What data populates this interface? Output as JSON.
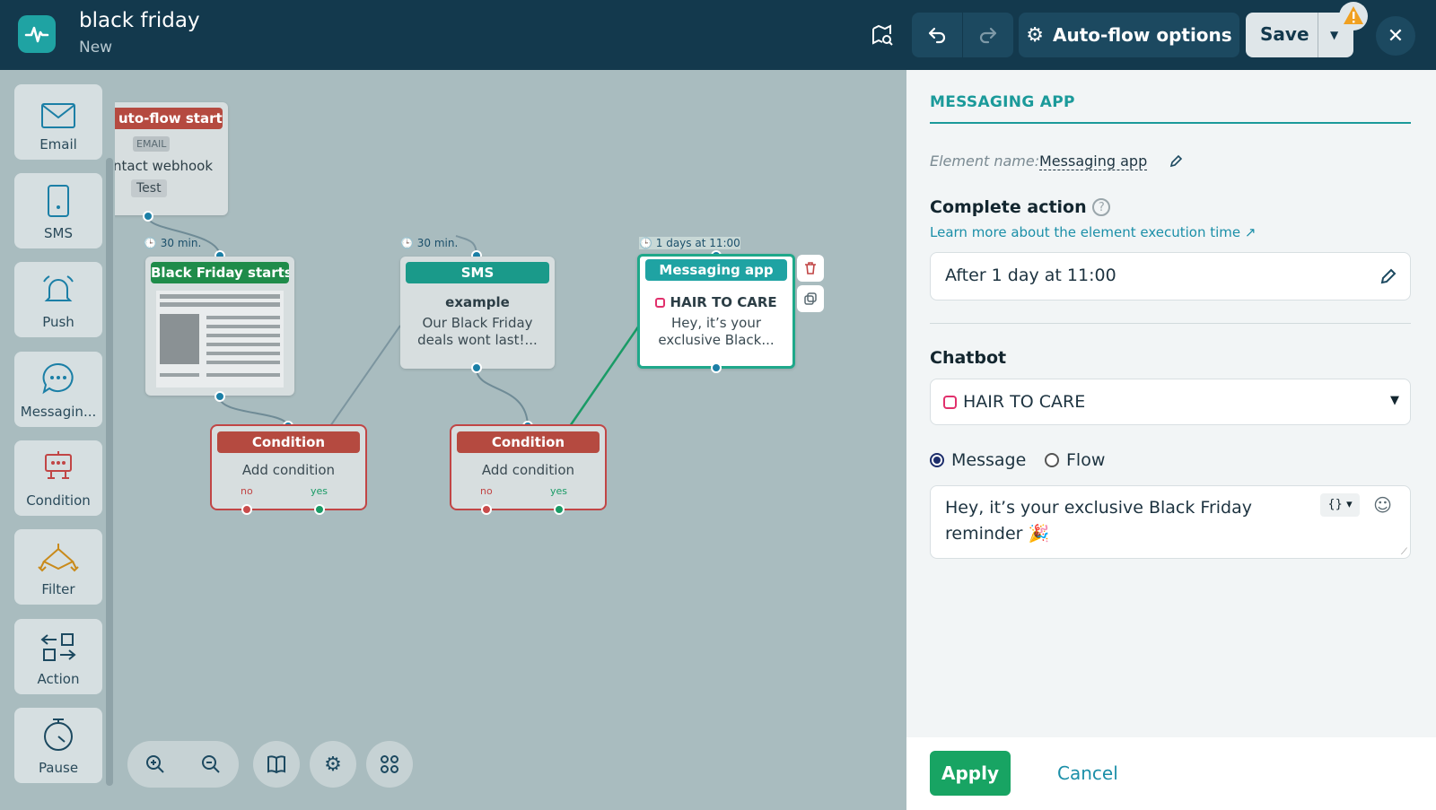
{
  "header": {
    "title": "black friday",
    "subtitle": "New",
    "autoflow_label": "Auto-flow options",
    "save_label": "Save"
  },
  "palette": {
    "items": [
      {
        "label": "Email",
        "icon": "email-icon"
      },
      {
        "label": "SMS",
        "icon": "sms-icon"
      },
      {
        "label": "Push",
        "icon": "push-icon"
      },
      {
        "label": "Messagin...",
        "icon": "messaging-icon"
      },
      {
        "label": "Condition",
        "icon": "condition-icon"
      },
      {
        "label": "Filter",
        "icon": "filter-icon"
      },
      {
        "label": "Action",
        "icon": "action-icon"
      },
      {
        "label": "Pause",
        "icon": "pause-icon"
      }
    ]
  },
  "canvas": {
    "start": {
      "title": "uto-flow start",
      "badge": "EMAIL",
      "line": "ntact webhook",
      "tag": "Test"
    },
    "email": {
      "timer": "30 min.",
      "title": "Black Friday starts ..."
    },
    "sms": {
      "timer": "30 min.",
      "title": "SMS",
      "name": "example",
      "text1": "Our Black Friday",
      "text2": "deals wont last!..."
    },
    "messaging": {
      "timer": "1 days at 11:00",
      "title": "Messaging app",
      "bot": "HAIR TO CARE",
      "text1": "Hey, it’s your",
      "text2": "exclusive Black..."
    },
    "condition1": {
      "title": "Condition",
      "add": "Add condition",
      "no": "no",
      "yes": "yes"
    },
    "condition2": {
      "title": "Condition",
      "add": "Add condition",
      "no": "no",
      "yes": "yes"
    }
  },
  "panel": {
    "title": "MESSAGING APP",
    "element_name_label": "Element name:",
    "element_name": "Messaging app",
    "complete_action_label": "Complete action",
    "learn_more": "Learn more about the element execution time",
    "complete_action_value": "After 1 day at 11:00",
    "chatbot_label": "Chatbot",
    "chatbot_value": "HAIR TO CARE",
    "radio_message": "Message",
    "radio_flow": "Flow",
    "message_text": "Hey, it’s your exclusive Black Friday reminder 🎉",
    "apply": "Apply",
    "cancel": "Cancel"
  },
  "colors": {
    "accent": "#1b9a9a",
    "header": "#13394d",
    "apply": "#18a463",
    "condition": "#b54a40"
  }
}
